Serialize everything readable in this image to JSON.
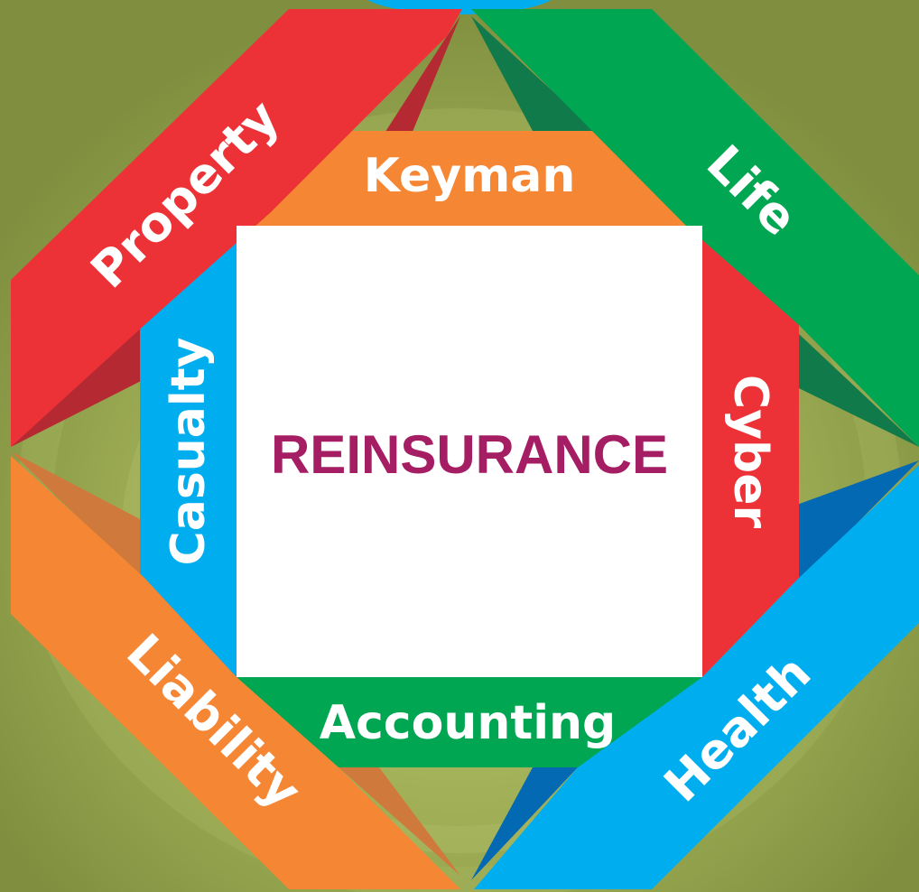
{
  "center": {
    "title": "REINSURANCE"
  },
  "outer_ribbons": {
    "property": "Property",
    "life": "Life",
    "liability": "Liability",
    "health": "Health"
  },
  "inner_bands": {
    "keyman": "Keyman",
    "casualty": "Casualty",
    "cyber": "Cyber",
    "accounting": "Accounting"
  },
  "colors": {
    "background": "#8a9a46",
    "background_glow": "#b2bf68",
    "red": "#ed3237",
    "red_dark": "#b52a32",
    "green": "#00a651",
    "green_dark": "#107a4a",
    "orange": "#f58634",
    "orange_dark": "#cf7a3c",
    "blue": "#00aeef",
    "blue_dark": "#0369b2",
    "center_box": "#ffffff",
    "center_text": "#a51e64"
  }
}
